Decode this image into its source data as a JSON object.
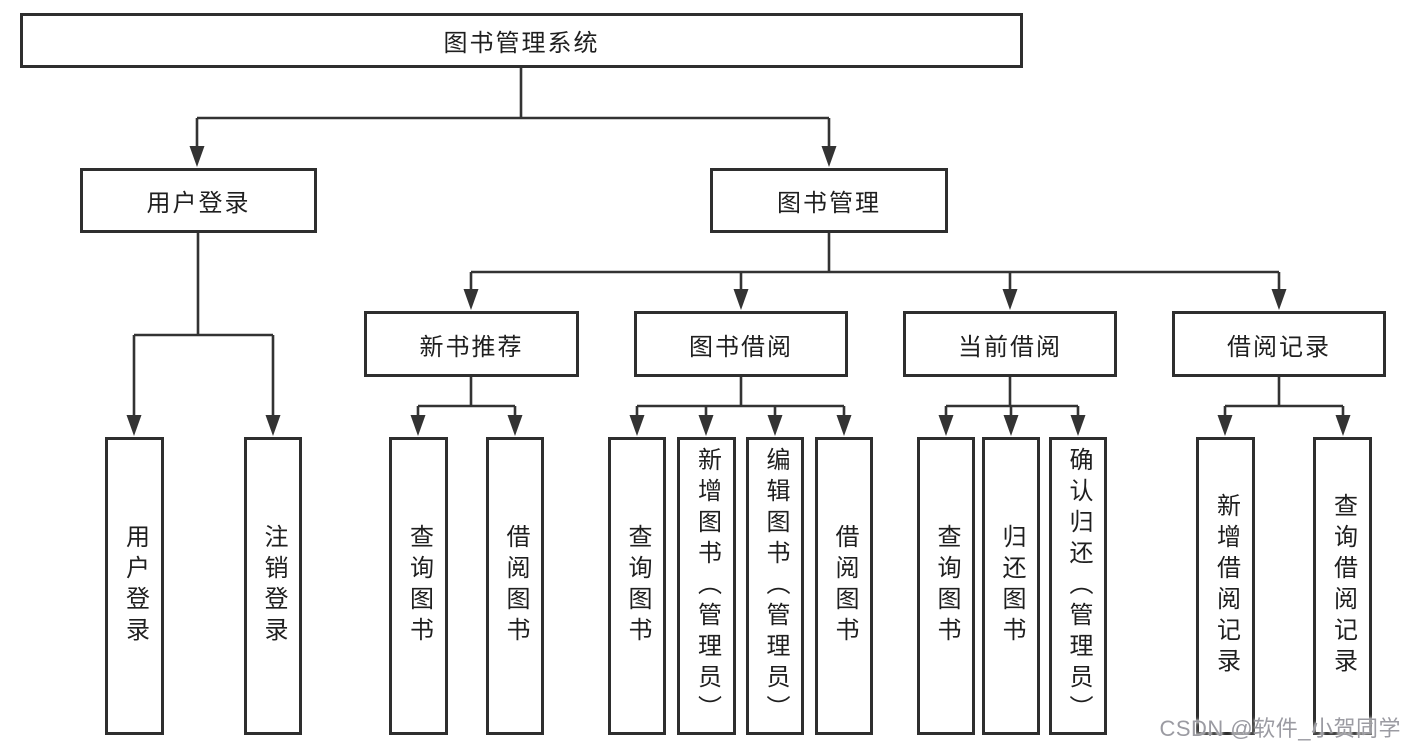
{
  "diagram": {
    "root": {
      "label": "图书管理系统"
    },
    "user_login": {
      "label": "用户登录",
      "leaves": [
        {
          "label": "用户登录"
        },
        {
          "label": "注销登录"
        }
      ]
    },
    "book_mgmt": {
      "label": "图书管理",
      "sections": [
        {
          "label": "新书推荐",
          "leaves": [
            {
              "label": "查询图书"
            },
            {
              "label": "借阅图书"
            }
          ]
        },
        {
          "label": "图书借阅",
          "leaves": [
            {
              "label": "查询图书"
            },
            {
              "label": "新增图书（管理员）"
            },
            {
              "label": "编辑图书（管理员）"
            },
            {
              "label": "借阅图书"
            }
          ]
        },
        {
          "label": "当前借阅",
          "leaves": [
            {
              "label": "查询图书"
            },
            {
              "label": "归还图书"
            },
            {
              "label": "确认归还（管理员）"
            }
          ]
        },
        {
          "label": "借阅记录",
          "leaves": [
            {
              "label": "新增借阅记录"
            },
            {
              "label": "查询借阅记录"
            }
          ]
        }
      ]
    }
  },
  "watermark": {
    "text": "CSDN @软件_小贺同学"
  },
  "colors": {
    "background": "#ffffff",
    "box_border": "#2e2e2e",
    "line": "#333333",
    "text": "#1f1f1f",
    "watermark": "#9b9ba2"
  }
}
